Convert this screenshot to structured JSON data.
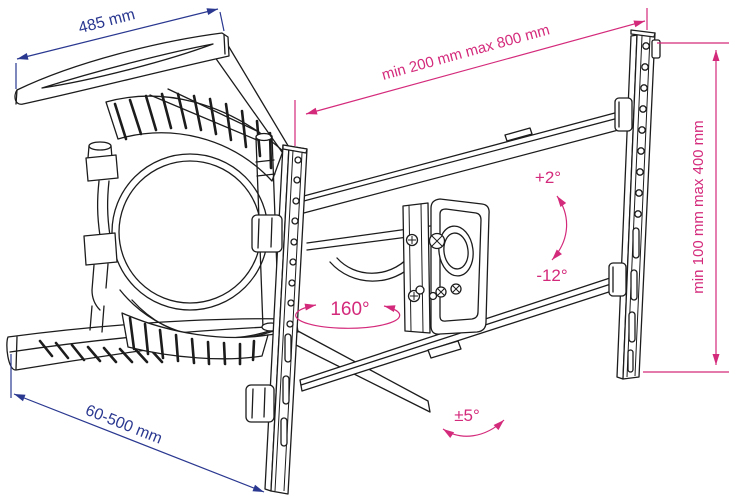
{
  "page": {
    "background": "#ffffff"
  },
  "diagram": {
    "subject": "articulating-tv-wall-mount",
    "colors": {
      "outline": "#1c1c1c",
      "dimension_blue": "#2a3890",
      "dimension_magenta": "#d42a7b"
    },
    "dimensions": {
      "arm_plate_width": {
        "label": "485 mm"
      },
      "wall_distance_range": {
        "label": "60-500 mm"
      },
      "vesa_width_range": {
        "label": "min 200 mm max 800 mm"
      },
      "vesa_height_range": {
        "label": "min 100 mm max 400 mm"
      }
    },
    "angles": {
      "tilt_up": {
        "label": "+2°"
      },
      "tilt_down": {
        "label": "-12°"
      },
      "swivel": {
        "label": "160°"
      },
      "level": {
        "label": "±5°"
      }
    }
  }
}
